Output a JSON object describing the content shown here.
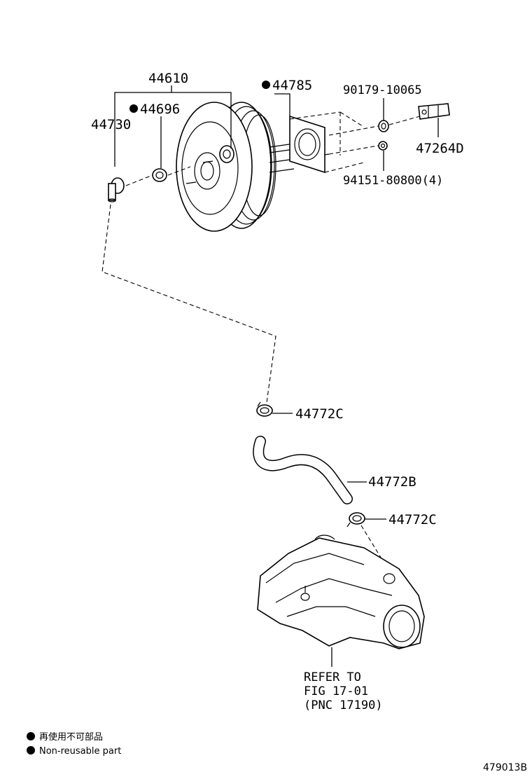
{
  "labels": {
    "p44610": "44610",
    "p44785": "44785",
    "p90179": "90179-10065",
    "p44696": "44696",
    "p44730": "44730",
    "p47264": "47264D",
    "p94151": "94151-80800(4)",
    "p44772c_top": "44772C",
    "p44772b": "44772B",
    "p44772c_bottom": "44772C",
    "refer_line1": "REFER TO",
    "refer_line2": "FIG 17-01",
    "refer_line3": "(PNC 17190)"
  },
  "non_reusable_marks": [
    "44785",
    "44696"
  ],
  "legend": {
    "line1": "再使用不可部品",
    "line2": "Non-reusable part"
  },
  "figure_code": "479013B",
  "colors": {
    "line": "#000000",
    "background": "#ffffff"
  }
}
